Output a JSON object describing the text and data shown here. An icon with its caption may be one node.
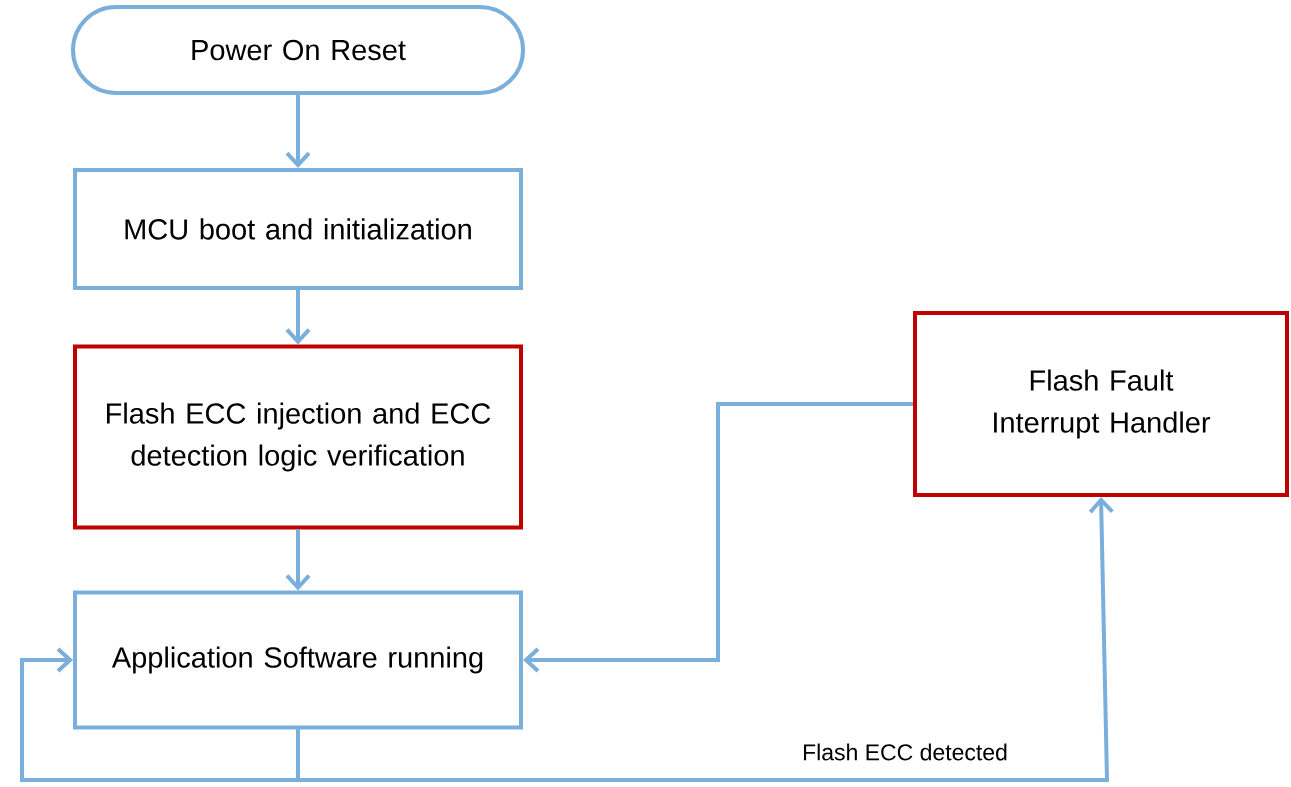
{
  "diagram": {
    "nodes": [
      {
        "text": [
          "Power On Reset"
        ]
      },
      {
        "text": [
          "MCU boot and initialization"
        ]
      },
      {
        "text": [
          "Flash ECC injection and ECC detection logic verification"
        ]
      },
      {
        "text": [
          "Application Software running"
        ]
      },
      {
        "text": [
          "Flash Fault Interrupt Handler"
        ]
      }
    ],
    "edges": [
      {
        "from": 0,
        "to": 1,
        "arrow": "to"
      },
      {
        "from": 1,
        "to": 2,
        "arrow": "to"
      },
      {
        "from": 2,
        "to": 3,
        "arrow": "to"
      },
      {
        "from": 4,
        "to": 3,
        "arrow": "to"
      },
      {
        "from": 3,
        "to": 3,
        "arrow": "to"
      },
      {
        "from": 3,
        "to": 4,
        "arrow": "to",
        "label": "Flash ECC detected"
      }
    ]
  }
}
